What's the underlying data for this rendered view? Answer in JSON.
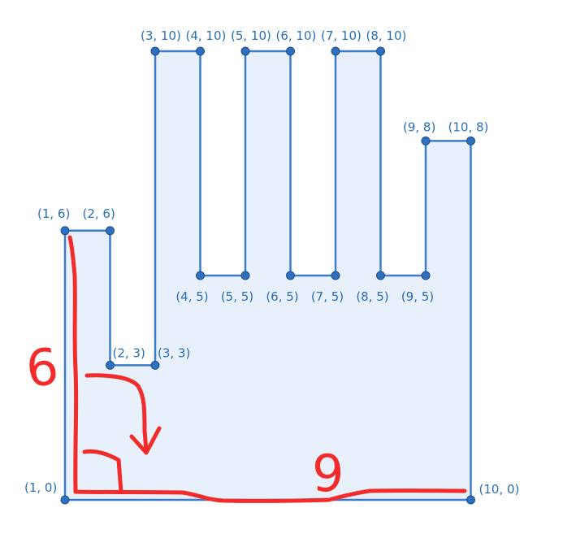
{
  "colors": {
    "fill": "#e8f0fb",
    "outline": "#3d7cc9",
    "vertex": "#2f6fbd",
    "label": "#2a6fb5",
    "annotation": "#f22b2b"
  },
  "polygon": {
    "vertices": [
      {
        "x": 1,
        "y": 0,
        "label": "(1, 0)"
      },
      {
        "x": 1,
        "y": 6,
        "label": "(1, 6)"
      },
      {
        "x": 2,
        "y": 6,
        "label": "(2, 6)"
      },
      {
        "x": 2,
        "y": 3,
        "label": "(2, 3)"
      },
      {
        "x": 3,
        "y": 3,
        "label": "(3, 3)"
      },
      {
        "x": 3,
        "y": 10,
        "label": "(3, 10)"
      },
      {
        "x": 4,
        "y": 10,
        "label": "(4, 10)"
      },
      {
        "x": 4,
        "y": 5,
        "label": "(4, 5)"
      },
      {
        "x": 5,
        "y": 5,
        "label": "(5, 5)"
      },
      {
        "x": 5,
        "y": 10,
        "label": "(5, 10)"
      },
      {
        "x": 6,
        "y": 10,
        "label": "(6, 10)"
      },
      {
        "x": 6,
        "y": 5,
        "label": "(6, 5)"
      },
      {
        "x": 7,
        "y": 5,
        "label": "(7, 5)"
      },
      {
        "x": 7,
        "y": 10,
        "label": "(7, 10)"
      },
      {
        "x": 8,
        "y": 10,
        "label": "(8, 10)"
      },
      {
        "x": 8,
        "y": 5,
        "label": "(8, 5)"
      },
      {
        "x": 9,
        "y": 5,
        "label": "(9, 5)"
      },
      {
        "x": 9,
        "y": 8,
        "label": "(9, 8)"
      },
      {
        "x": 10,
        "y": 8,
        "label": "(10, 8)"
      },
      {
        "x": 10,
        "y": 0,
        "label": "(10, 0)"
      }
    ]
  },
  "annotations": {
    "height_mark": "6",
    "width_mark": "9"
  }
}
